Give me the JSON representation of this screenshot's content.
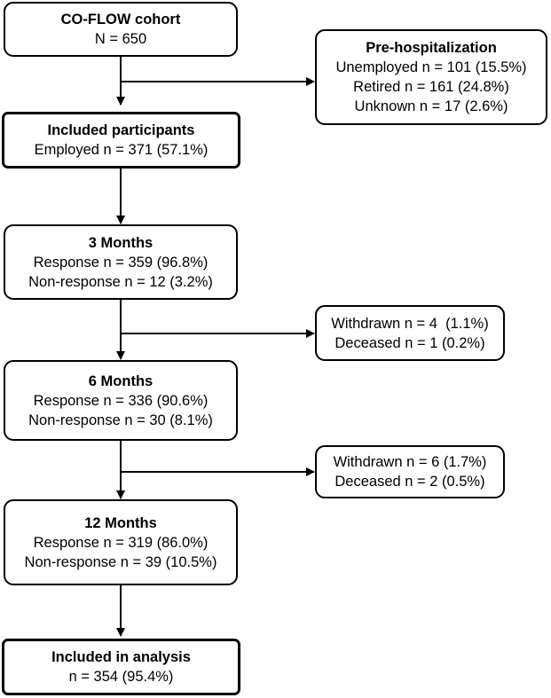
{
  "cohort": {
    "title": "CO-FLOW cohort",
    "count": "N = 650"
  },
  "prehosp": {
    "title": "Pre-hospitalization",
    "lines": [
      "Unemployed n = 101 (15.5%)",
      "Retired n = 161 (24.8%)",
      "Unknown n = 17 (2.6%)"
    ]
  },
  "included": {
    "title": "Included participants",
    "line": "Employed n = 371 (57.1%)"
  },
  "m3": {
    "title": "3 Months",
    "lines": [
      "Response n = 359 (96.8%)",
      "Non-response n = 12 (3.2%)"
    ]
  },
  "exit3": {
    "lines": [
      "Withdrawn n = 4  (1.1%)",
      "Deceased n = 1 (0.2%)"
    ]
  },
  "m6": {
    "title": "6 Months",
    "lines": [
      "Response n = 336 (90.6%)",
      "Non-response n = 30 (8.1%)"
    ]
  },
  "exit6": {
    "lines": [
      "Withdrawn n = 6 (1.7%)",
      "Deceased n = 2 (0.5%)"
    ]
  },
  "m12": {
    "title": "12 Months",
    "lines": [
      "Response n = 319 (86.0%)",
      "Non-response n = 39 (10.5%)"
    ]
  },
  "analysis": {
    "title": "Included in analysis",
    "line": "n = 354 (95.4%)"
  }
}
